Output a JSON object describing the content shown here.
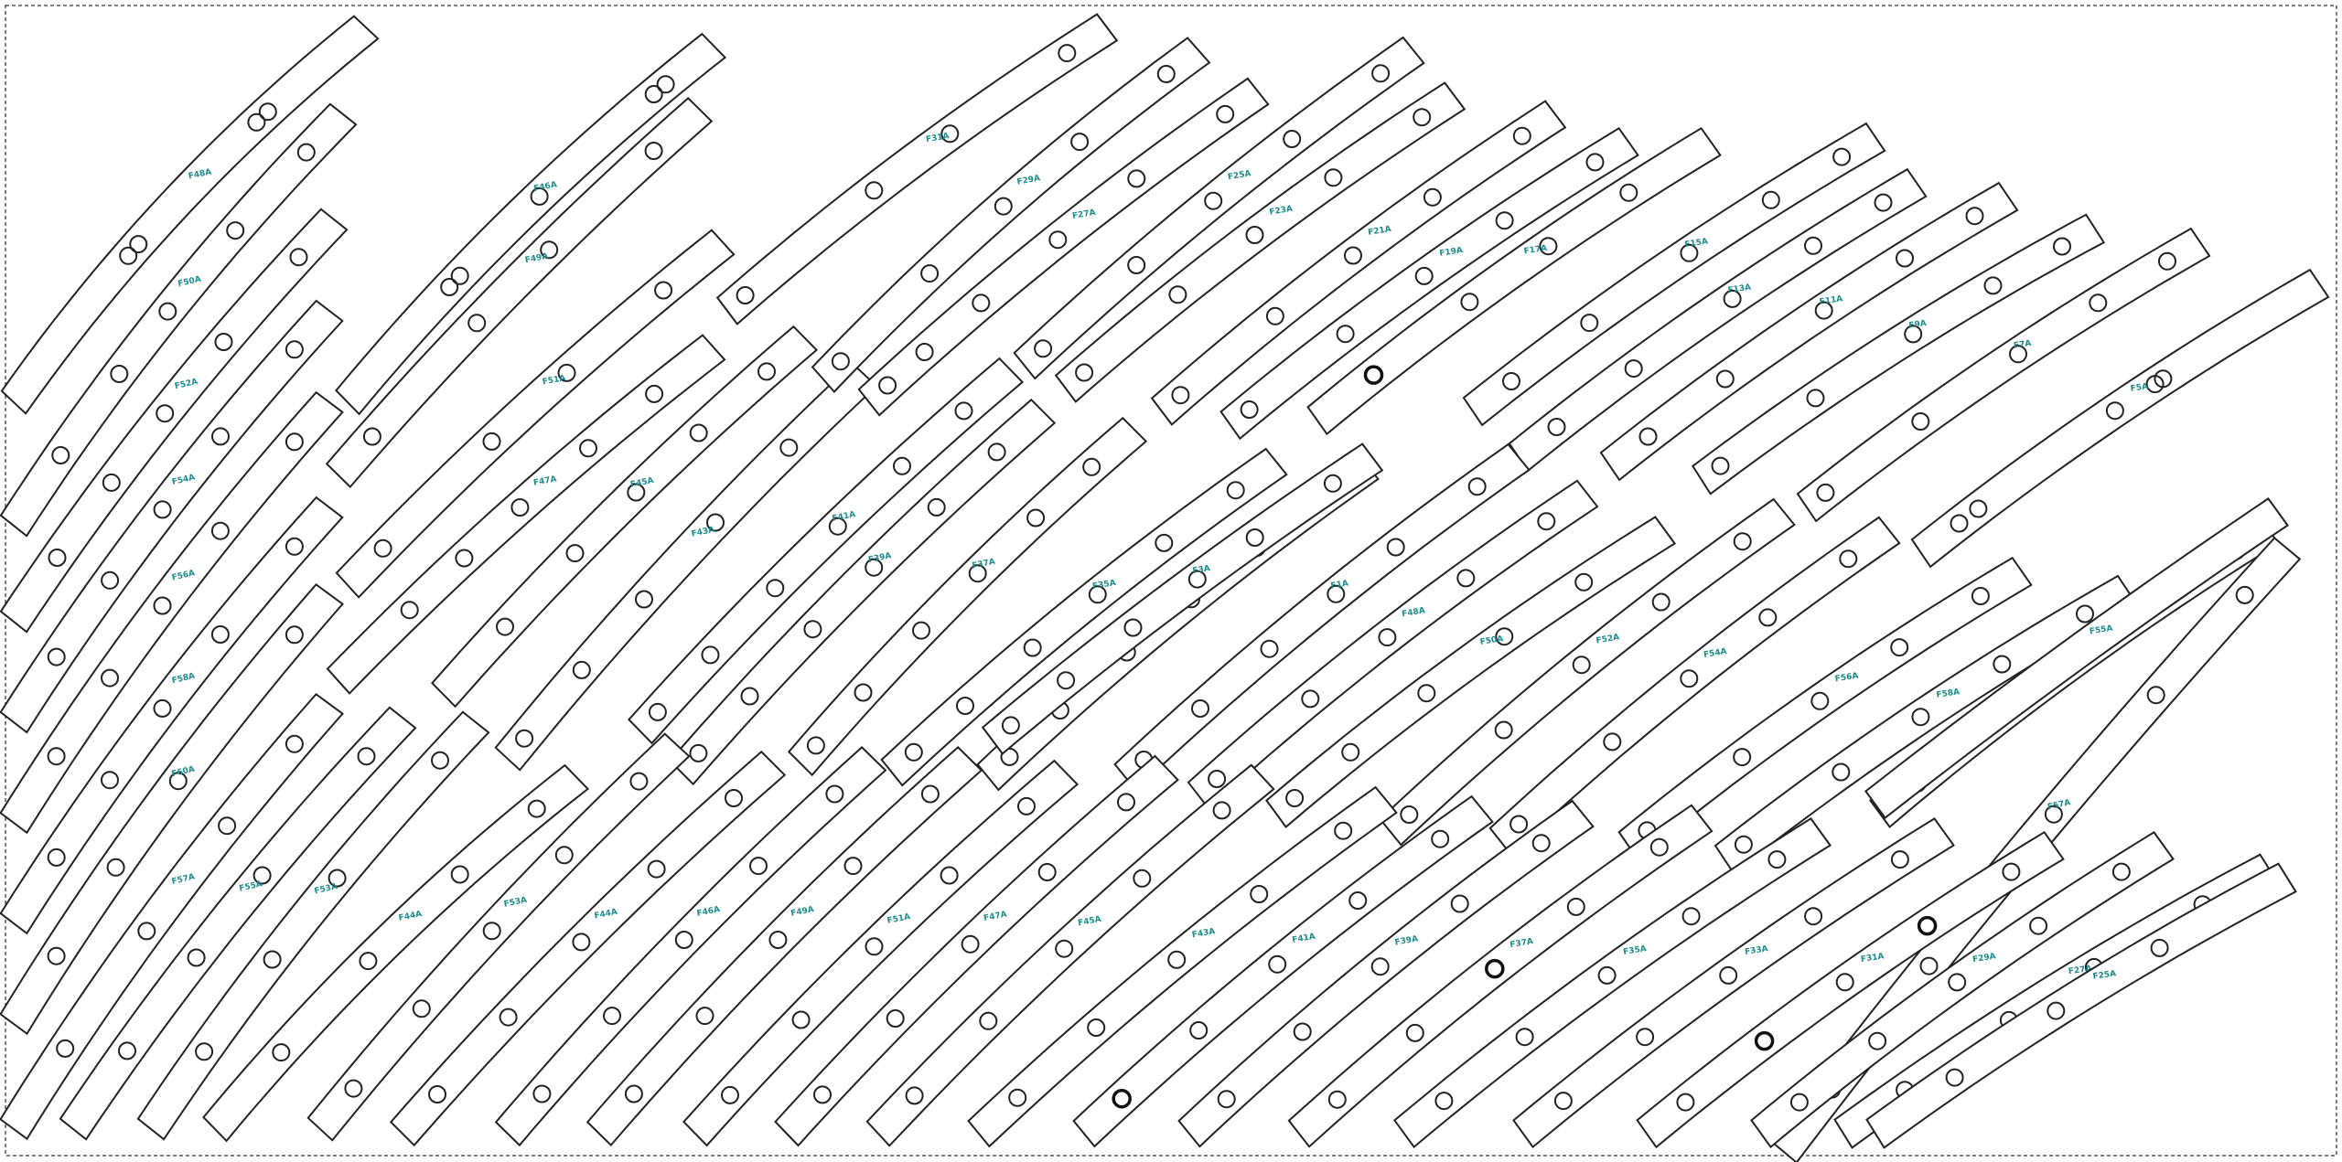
{
  "sheet": {
    "frame_color": "#555555",
    "strip_stroke": "#222222",
    "label_color": "#1e8c8c"
  },
  "parts": [
    {
      "label": "F48A"
    },
    {
      "label": "F50A"
    },
    {
      "label": "F52A"
    },
    {
      "label": "F54A"
    },
    {
      "label": "F56A"
    },
    {
      "label": "F58A"
    },
    {
      "label": "F60A"
    },
    {
      "label": "F57A"
    },
    {
      "label": "F55A"
    },
    {
      "label": "F53A"
    },
    {
      "label": "F44A"
    },
    {
      "label": "F46A"
    },
    {
      "label": "F49A"
    },
    {
      "label": "F51A"
    },
    {
      "label": "F47A"
    },
    {
      "label": "F45A"
    },
    {
      "label": "F43A"
    },
    {
      "label": "F41A"
    },
    {
      "label": "F39A"
    },
    {
      "label": "F37A"
    },
    {
      "label": "F35A"
    },
    {
      "label": "F33A"
    },
    {
      "label": "F31A"
    },
    {
      "label": "F29A"
    },
    {
      "label": "F27A"
    },
    {
      "label": "F25A"
    },
    {
      "label": "F23A"
    },
    {
      "label": "F21A"
    },
    {
      "label": "F19A"
    },
    {
      "label": "F17A"
    },
    {
      "label": "F15A"
    },
    {
      "label": "F13A"
    },
    {
      "label": "F11A"
    },
    {
      "label": "F9A"
    },
    {
      "label": "F7A"
    },
    {
      "label": "F5A"
    },
    {
      "label": "F3A"
    },
    {
      "label": "F1A"
    }
  ]
}
